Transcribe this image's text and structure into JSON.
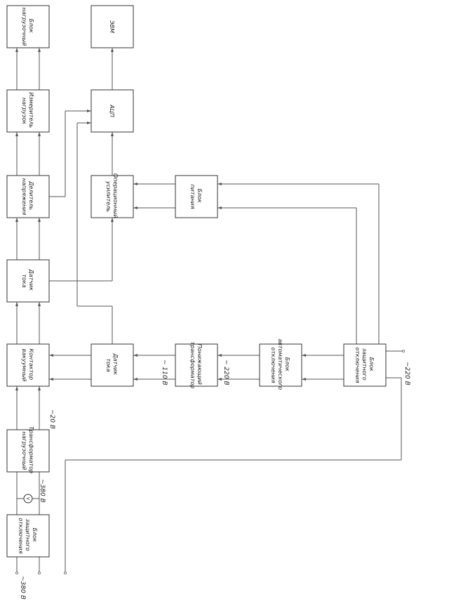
{
  "blocks": {
    "load_unit": [
      "Блок",
      "нагрузочный"
    ],
    "load_meter": [
      "Измеритель",
      "нагрузок"
    ],
    "voltage_divider": [
      "Делитель",
      "напряжения"
    ],
    "current_sensor_top": [
      "Датчик",
      "тока"
    ],
    "vacuum_contactor": [
      "Контактор",
      "вакуумный"
    ],
    "load_transformer": [
      "Трансформатор",
      "нагрузочный"
    ],
    "protective_shutdown_left": [
      "Блок",
      "защитного",
      "отключения"
    ],
    "computer": [
      "ЭВМ"
    ],
    "adc": [
      "АЦП"
    ],
    "op_amp": [
      "Операционный",
      "усилитель"
    ],
    "power_supply": [
      "Блок",
      "питания"
    ],
    "current_sensor_bottom": [
      "Датчик",
      "тока"
    ],
    "step_down_transformer": [
      "Понижающий",
      "трансформатор"
    ],
    "auto_shutdown": [
      "Блок",
      "автоматического",
      "отключения"
    ],
    "protective_shutdown_right": [
      "Блок",
      "защитного",
      "отключения"
    ]
  },
  "annotations": {
    "v20": "~20 В",
    "v380_meter": "~380 В",
    "v380_input": "~380 В",
    "v110": "~ 110 В",
    "v220_mid": "~ 220 В",
    "v220_input": "~220 В",
    "voltmeter_symbol": "V"
  }
}
